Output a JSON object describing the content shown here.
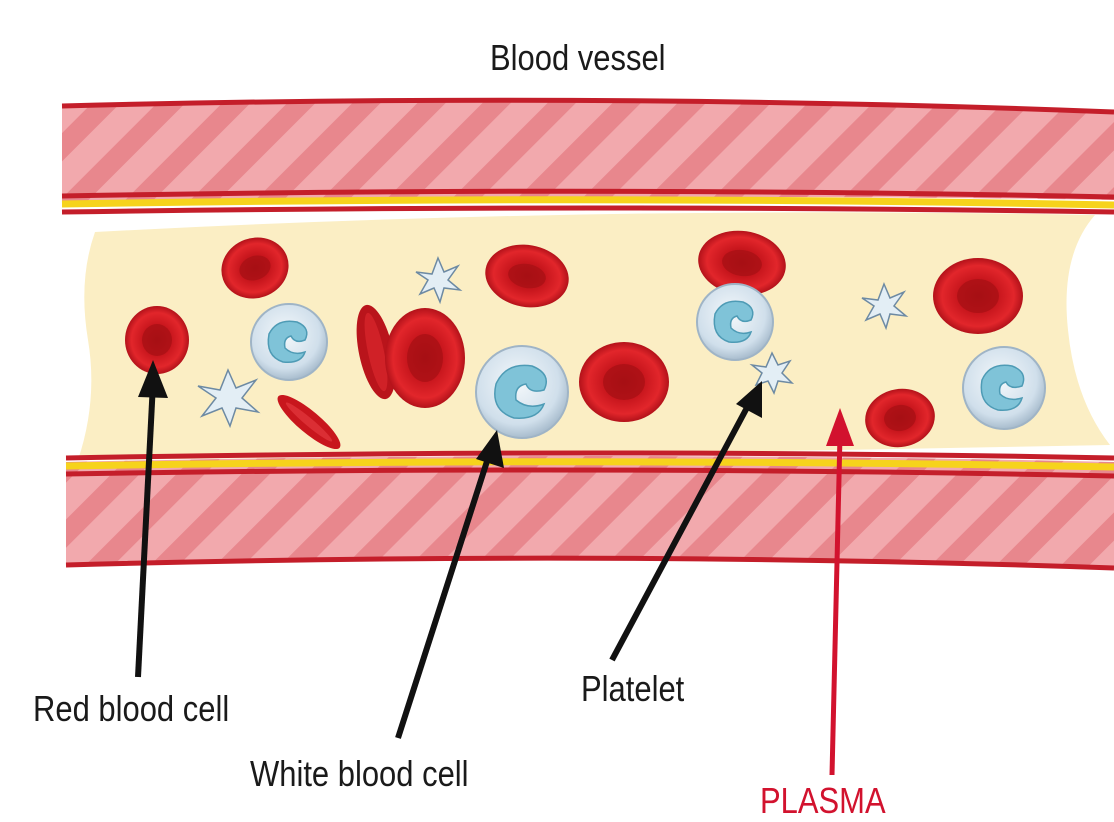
{
  "title": "Blood vessel",
  "labels": {
    "red_blood_cell": "Red blood cell",
    "white_blood_cell": "White blood cell",
    "platelet": "Platelet",
    "plasma": "PLASMA"
  },
  "colors": {
    "vessel_wall_fill": "#f2a9ad",
    "vessel_wall_stripe": "#e8878d",
    "vessel_wall_outline": "#c41e2a",
    "vessel_inner_yellow": "#f6d31c",
    "plasma_fill": "#fbeec4",
    "red_cell": "#d51a20",
    "red_cell_dark": "#9c0f14",
    "white_cell_outer": "#d3e3ef",
    "white_cell_nucleus": "#7fc3d8",
    "platelet": "#e3eef5",
    "pointer_black": "#111111",
    "pointer_red": "#d2122e"
  }
}
